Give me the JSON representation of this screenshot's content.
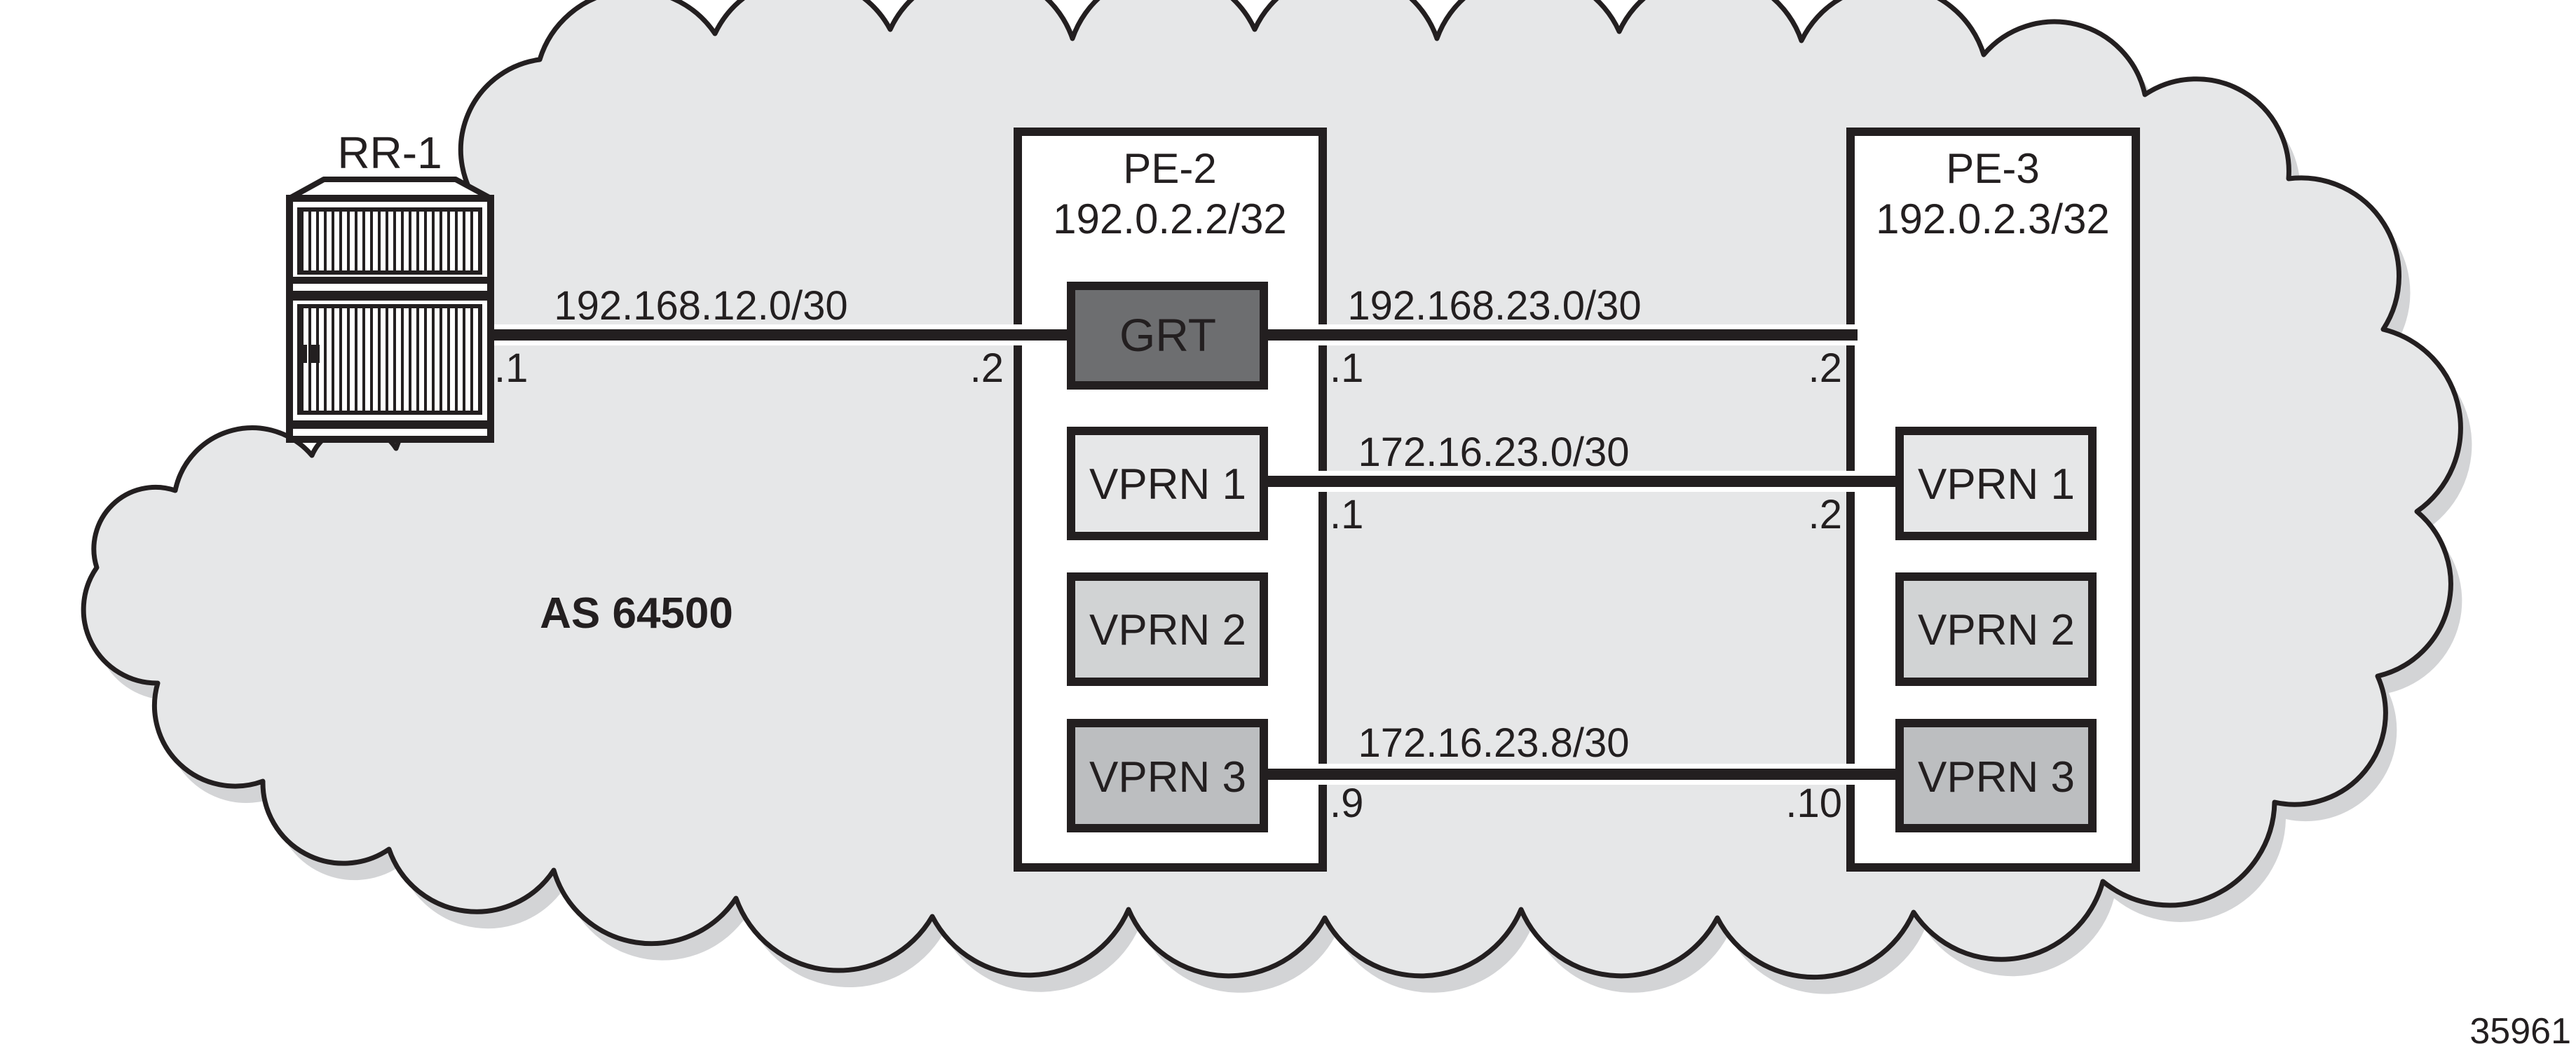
{
  "figure_id": "35961",
  "cloud": {
    "as_label": "AS 64500"
  },
  "rr1": {
    "label": "RR-1"
  },
  "pe2": {
    "name": "PE-2",
    "loopback": "192.0.2.2/32",
    "grt_label": "GRT",
    "vprns": [
      "VPRN 1",
      "VPRN 2",
      "VPRN 3"
    ]
  },
  "pe3": {
    "name": "PE-3",
    "loopback": "192.0.2.3/32",
    "vprns": [
      "VPRN 1",
      "VPRN 2",
      "VPRN 3"
    ]
  },
  "links": [
    {
      "subnet": "192.168.12.0/30",
      "left_ip": ".1",
      "right_ip": ".2"
    },
    {
      "subnet": "192.168.23.0/30",
      "left_ip": ".1",
      "right_ip": ".2"
    },
    {
      "subnet": "172.16.23.0/30",
      "left_ip": ".1",
      "right_ip": ".2"
    },
    {
      "subnet": "172.16.23.8/30",
      "left_ip": ".9",
      "right_ip": ".10"
    }
  ],
  "colors": {
    "outline": "#231f20",
    "cloud_fill": "#e6e7e8",
    "cloud_shadow": "#d3d4d6",
    "pe_fill": "#ffffff",
    "grt_fill": "#6d6e70",
    "grt_text": "#ffffff",
    "vprn1_fill": "#e6e7e8",
    "vprn2_fill": "#d1d3d4",
    "vprn3_fill": "#bcbec0"
  }
}
